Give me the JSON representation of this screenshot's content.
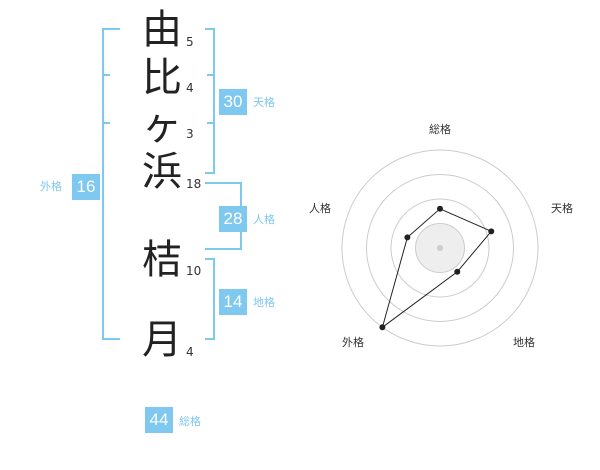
{
  "name": {
    "characters": [
      {
        "char": "由",
        "strokes": "5"
      },
      {
        "char": "比",
        "strokes": "4"
      },
      {
        "char": "ヶ",
        "strokes": "3"
      },
      {
        "char": "浜",
        "strokes": "18"
      },
      {
        "char": "桔",
        "strokes": "10"
      },
      {
        "char": "月",
        "strokes": "4"
      }
    ]
  },
  "kakusu": {
    "tenkaku": {
      "value": "30",
      "label": "天格"
    },
    "jinkaku": {
      "value": "28",
      "label": "人格"
    },
    "chikaku": {
      "value": "14",
      "label": "地格"
    },
    "gaikaku": {
      "value": "16",
      "label": "外格"
    },
    "soukaku": {
      "value": "44",
      "label": "総格"
    }
  },
  "radar": {
    "axes": [
      "総格",
      "天格",
      "地格",
      "外格",
      "人格"
    ],
    "levels": 4,
    "values": [
      0.4,
      0.55,
      0.3,
      1.0,
      0.35
    ],
    "colors": {
      "ring": "#cccccc",
      "fill": "#eeeeee",
      "line": "#222222",
      "center": "#cccccc"
    }
  },
  "colors": {
    "accent": "#7fc8ef",
    "text": "#222222"
  }
}
